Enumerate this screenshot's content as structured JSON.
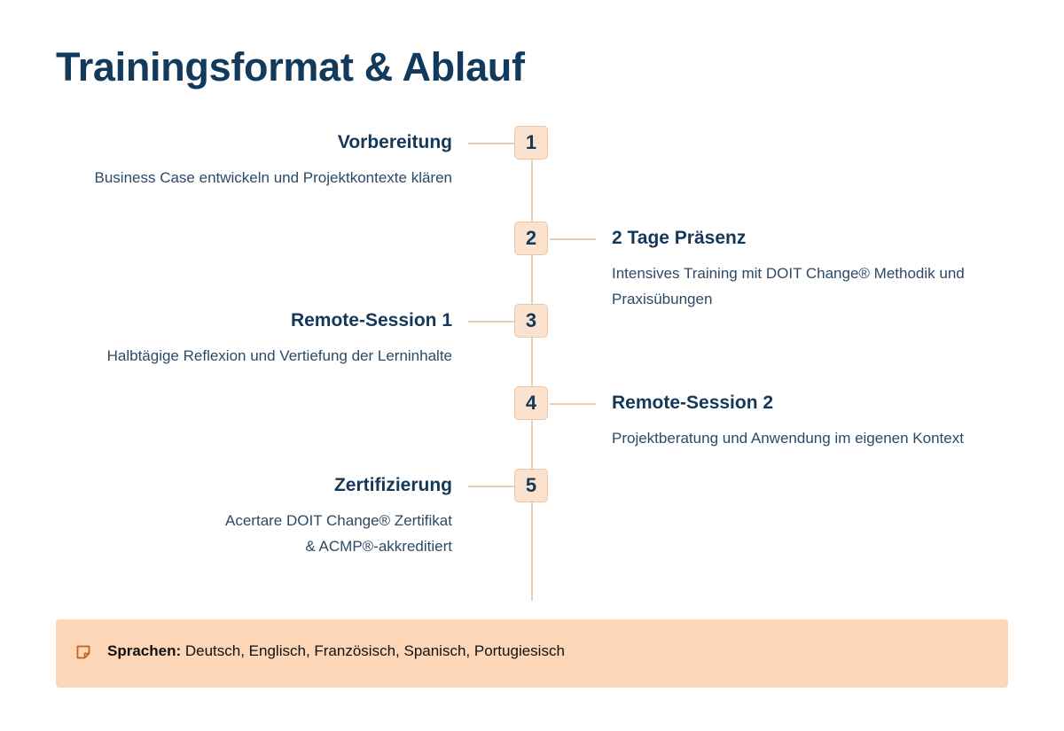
{
  "page": {
    "title": "Trainingsformat & Ablauf"
  },
  "steps": [
    {
      "number": "1",
      "title": "Vorbereitung",
      "description": "Business Case entwickeln und Projektkontexte klären",
      "side": "left"
    },
    {
      "number": "2",
      "title": "2 Tage Präsenz",
      "description": "Intensives Training mit DOIT Change® Methodik und Praxisübungen",
      "side": "right"
    },
    {
      "number": "3",
      "title": "Remote-Session 1",
      "description": "Halbtägige Reflexion und Vertiefung der Lerninhalte",
      "side": "left"
    },
    {
      "number": "4",
      "title": "Remote-Session 2",
      "description": "Projektberatung und Anwendung im eigenen Kontext",
      "side": "right"
    },
    {
      "number": "5",
      "title": "Zertifizierung",
      "description_line1": "Acertare DOIT Change® Zertifikat",
      "description_line2": "& ACMP®-akkreditiert",
      "side": "left"
    }
  ],
  "languages": {
    "icon": "sticky-note-icon",
    "label": "Sprachen:",
    "value": "Deutsch, Englisch, Französisch, Spanisch, Portugiesisch"
  },
  "colors": {
    "heading": "#123a5c",
    "accent_fill": "#fbe2cf",
    "accent_border": "#edc6a6",
    "banner": "#fcd6b6",
    "icon": "#c0641e"
  }
}
